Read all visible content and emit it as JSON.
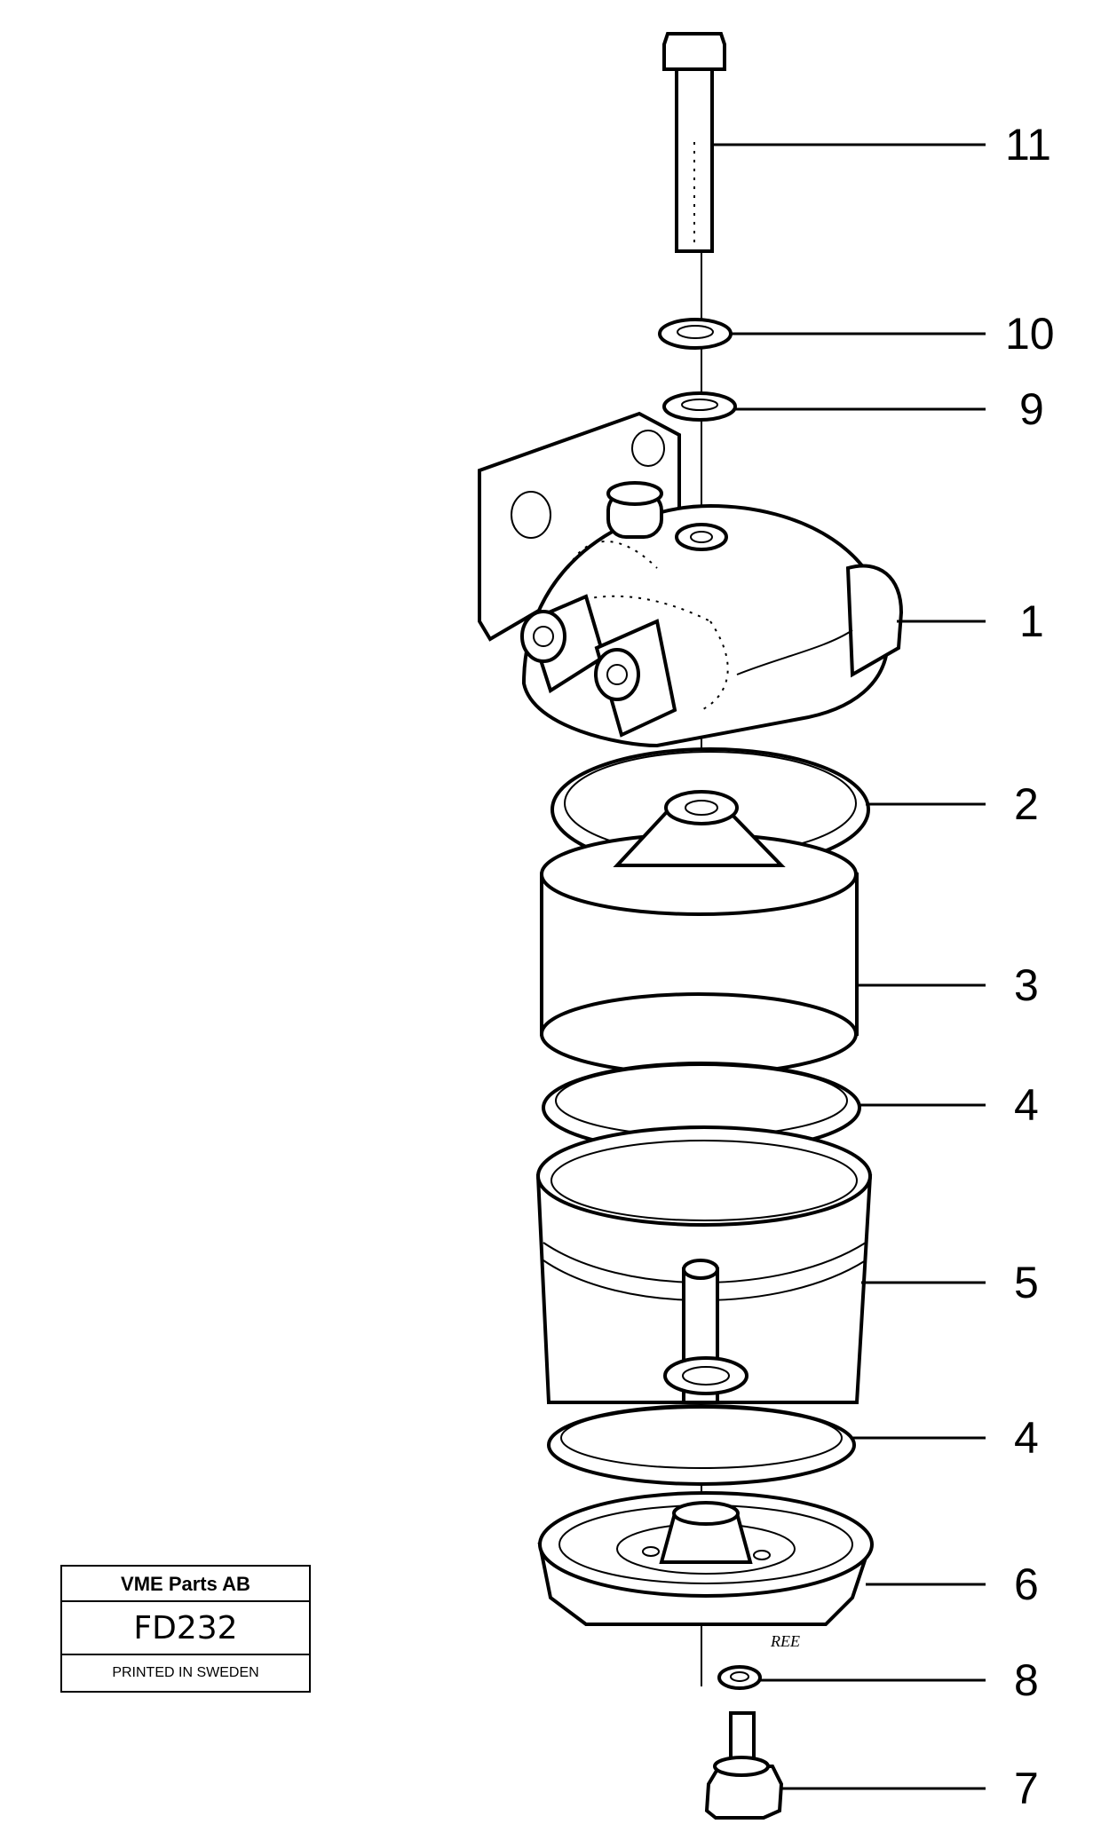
{
  "callouts": [
    "11",
    "10",
    "9",
    "1",
    "2",
    "3",
    "4",
    "5",
    "4",
    "6",
    "8",
    "7"
  ],
  "title_block": {
    "company": "VME Parts AB",
    "code": "FD232",
    "printed": "PRINTED IN SWEDEN"
  },
  "artist_mark": "REE"
}
